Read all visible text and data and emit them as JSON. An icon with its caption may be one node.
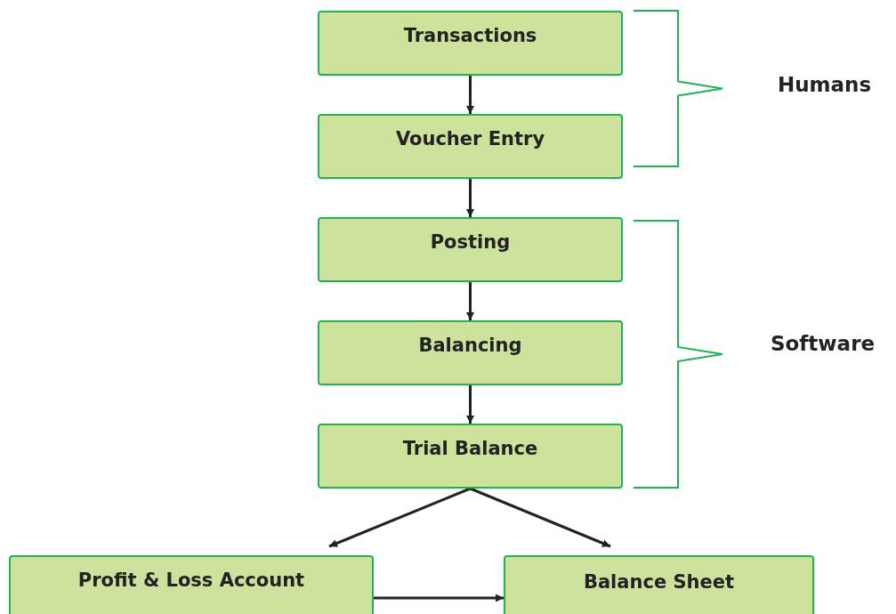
{
  "diagram": {
    "nodes": [
      {
        "text": [
          "Transactions"
        ]
      },
      {
        "text": [
          "Voucher Entry"
        ]
      },
      {
        "text": [
          "Posting"
        ]
      },
      {
        "text": [
          "Balancing"
        ]
      },
      {
        "text": [
          "Trial Balance"
        ]
      },
      {
        "text": [
          "Profit & Loss Account"
        ]
      },
      {
        "text": [
          "Balance Sheet"
        ]
      }
    ],
    "edges": [
      {
        "from": 0,
        "to": 1,
        "arrow": "to"
      },
      {
        "from": 1,
        "to": 2,
        "arrow": "to"
      },
      {
        "from": 2,
        "to": 3,
        "arrow": "to"
      },
      {
        "from": 3,
        "to": 4,
        "arrow": "to"
      },
      {
        "from": 4,
        "to": 5,
        "arrow": "to"
      },
      {
        "from": 4,
        "to": 6,
        "arrow": "to"
      },
      {
        "from": 5,
        "to": 6,
        "arrow": "to"
      }
    ],
    "labels": [
      "Humans",
      "Software"
    ]
  }
}
